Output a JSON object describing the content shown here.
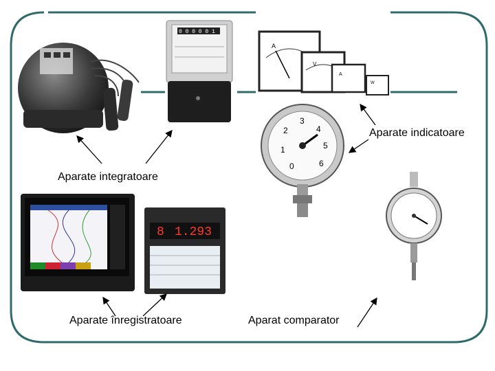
{
  "labels": {
    "indicating": "Aparate indicatoare",
    "integrating": "Aparate integratoare",
    "recording": "Aparate înregistratoare",
    "comparator": "Aparat comparator"
  },
  "meter_readout": {
    "counter": "0 0 0 0 0 1"
  },
  "recorder_display": {
    "channel": "8",
    "value": "1.293"
  },
  "panel_meter_letters": [
    "A",
    "V",
    "A",
    "W"
  ],
  "gauge_scale": [
    "0",
    "1",
    "2",
    "3",
    "4",
    "5",
    "6"
  ],
  "colors": {
    "frame": "#2f6b6b",
    "arrow": "#000000"
  }
}
